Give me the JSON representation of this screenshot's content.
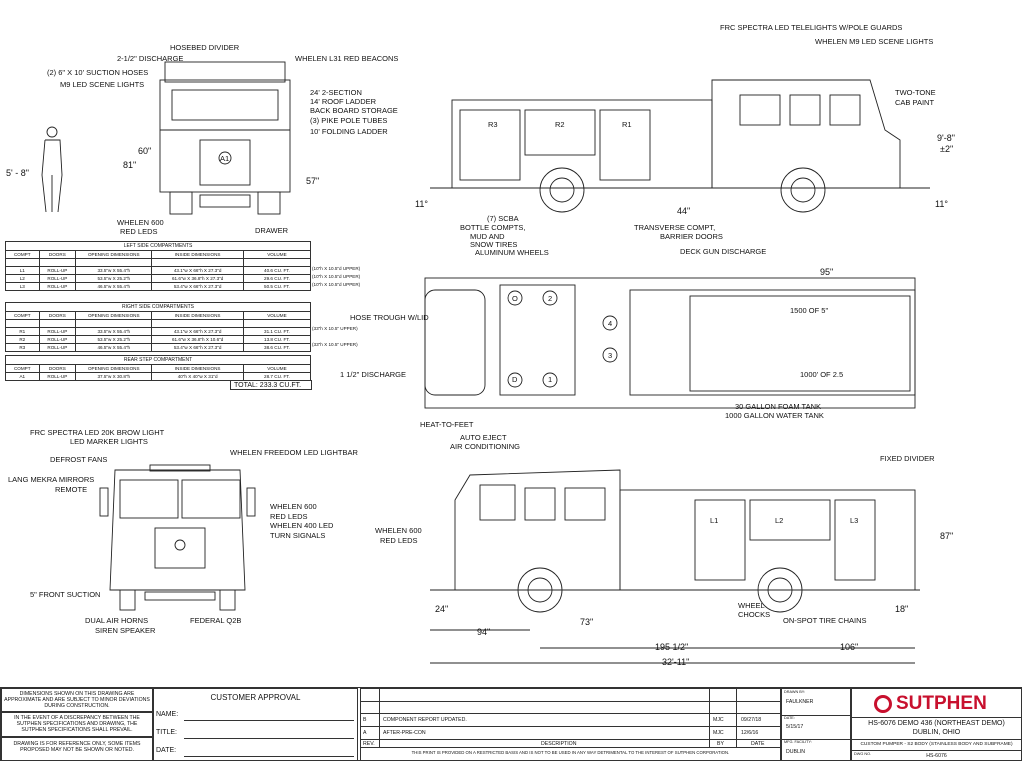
{
  "rear_view": {
    "hosebed_divider": "HOSEBED DIVIDER",
    "discharge_2_5": "2-1/2\" DISCHARGE",
    "suction_hoses": "(2) 6\" X 10' SUCTION HOSES",
    "m9_scene": "M9 LED SCENE LIGHTS",
    "beacons": "WHELEN L31 RED BEACONS",
    "ladder_1": "24' 2-SECTION",
    "ladder_2": "14' ROOF LADDER",
    "backboard": "BACK BOARD STORAGE",
    "pike": "(3) PIKE POLE TUBES",
    "folding": "10' FOLDING LADDER",
    "dim_60": "60\"",
    "dim_81": "81\"",
    "dim_person": "5' - 8\"",
    "dim_57": "57\"",
    "whelen600": "WHELEN 600",
    "redleds": "RED LEDS",
    "drawer": "DRAWER",
    "comp_a1": "A1"
  },
  "right_side": {
    "telelights": "FRC SPECTRA LED TELELIGHTS W/POLE GUARDS",
    "m9": "WHELEN M9 LED SCENE LIGHTS",
    "two_tone": "TWO-TONE",
    "cab_paint": "CAB PAINT",
    "height": "9'-8\"",
    "tol": "±2\"",
    "dim_11a": "11°",
    "dim_11b": "11°",
    "dim_44": "44\"",
    "scba": "(7) SCBA",
    "bottle": "BOTTLE COMPTS,",
    "mud": "MUD AND",
    "snow": "SNOW TIRES",
    "alum": "ALUMINUM WHEELS",
    "transverse": "TRANSVERSE COMPT,",
    "barrier": "BARRIER DOORS",
    "r1": "R1",
    "r2": "R2",
    "r3": "R3"
  },
  "top_view": {
    "deck_gun": "DECK GUN DISCHARGE",
    "dim_95": "95\"",
    "hose_1500": "1500 OF 5\"",
    "hose_1000": "1000' OF 2.5",
    "trough": "HOSE TROUGH W/LID",
    "discharge_15": "1 1/2\" DISCHARGE",
    "heat": "HEAT-TO-FEET",
    "foam": "30 GALLON FOAM TANK",
    "water": "1000 GALLON WATER TANK",
    "seats": [
      "1",
      "2",
      "3",
      "4",
      "D",
      "O"
    ]
  },
  "front_view": {
    "brow": "FRC SPECTRA LED 20K BROW LIGHT",
    "marker": "LED MARKER LIGHTS",
    "defrost": "DEFROST FANS",
    "lightbar": "WHELEN FREEDOM LED LIGHTBAR",
    "mirrors": "LANG MEKRA MIRRORS",
    "remote": "REMOTE",
    "whelen600": "WHELEN 600",
    "redleds": "RED  LEDS",
    "whelen400": "WHELEN 400 LED",
    "turn": "TURN SIGNALS",
    "suction": "5\" FRONT SUCTION",
    "horns": "DUAL AIR HORNS",
    "siren": "SIREN SPEAKER",
    "q2b": "FEDERAL Q2B"
  },
  "left_side": {
    "auto_eject": "AUTO EJECT",
    "ac": "AIR CONDITIONING",
    "fixed_divider": "FIXED DIVIDER",
    "whelen600": "WHELEN 600",
    "redleds": "RED  LEDS",
    "dim_87": "87\"",
    "dim_24": "24\"",
    "dim_18": "18\"",
    "wheel": "WHEEL",
    "chocks": "CHOCKS",
    "chains": "ON-SPOT TIRE CHAINS",
    "dim_73": "73\"",
    "dim_94": "94\"",
    "dim_195": "195 1/2\"",
    "dim_106": "106\"",
    "dim_overall": "32'-11\"",
    "l1": "L1",
    "l2": "L2",
    "l3": "L3"
  },
  "tables": {
    "headers": [
      "COMPT",
      "DOORS",
      "OPENING DIMENSIONS",
      "INSIDE DIMENSIONS",
      "VOLUME"
    ],
    "left": {
      "title": "LEFT SIDE COMPARTMENTS",
      "rows": [
        [
          "L1",
          "ROLL-UP",
          "33.5\"w X 55.4\"h",
          "43.1\"w X 66\"h X 27.3\"d",
          "40.6 CU. FT."
        ],
        [
          "L2",
          "ROLL-UP",
          "53.5\"w X 25.2\"h",
          "61.6\"w X 36.8\"h X 27.3\"d",
          "29.6 CU. FT."
        ],
        [
          "L3",
          "ROLL-UP",
          "46.5\"w X 55.4\"h",
          "53.4\"w X 66\"h X 27.3\"d",
          "50.5 CU. FT."
        ]
      ],
      "notes": [
        "(10\"h X 10.5\"d UPPER)",
        "(10\"h X 10.5\"d UPPER)",
        "(10\"h X 10.5\"d UPPER)"
      ]
    },
    "right": {
      "title": "RIGHT SIDE COMPARTMENTS",
      "rows": [
        [
          "R1",
          "ROLL-UP",
          "33.5\"w X 55.4\"h",
          "43.1\"w X 66\"h X 27.3\"d",
          "31.1 CU. FT."
        ],
        [
          "R2",
          "ROLL-UP",
          "53.5\"w X 25.2\"h",
          "61.6\"w X 36.8\"h X 10.6\"d",
          "13.8 CU. FT."
        ],
        [
          "R3",
          "ROLL-UP",
          "46.5\"w X 55.4\"h",
          "53.4\"w X 66\"h X 27.3\"d",
          "38.6 CU. FT."
        ]
      ],
      "notes": [
        "(33\"h X 10.5\" UPPER)",
        "",
        "(33\"h X 10.5\" UPPER)"
      ]
    },
    "rear": {
      "title": "REAR STEP COMPARTMENT",
      "rows": [
        [
          "A1",
          "ROLL-UP",
          "37.5\"w X 30.8\"h",
          "40\"h X 40\"w X 31\"d",
          "28.7 CU. FT."
        ]
      ]
    },
    "total": "TOTAL:   233.3 CU.FT."
  },
  "title_block": {
    "notes": [
      "DIMENSIONS SHOWN ON THIS DRAWING ARE APPROXIMATE AND ARE SUBJECT TO MINOR DEVIATIONS DURING CONSTRUCTION.",
      "IN THE EVENT OF A DISCREPANCY BETWEEN THE SUTPHEN SPECIFICATIONS AND DRAWING, THE SUTPHEN SPECIFICATIONS SHALL PREVAIL.",
      "DRAWING IS FOR REFERENCE ONLY, SOME ITEMS PROPOSED MAY NOT BE SHOWN OR NOTED."
    ],
    "approval_title": "CUSTOMER APPROVAL",
    "name_label": "NAME:",
    "title_label": "TITLE:",
    "date_label": "DATE:",
    "revisions": [
      {
        "rev": "B",
        "desc": "COMPONENT REPORT UPDATED.",
        "by": "MJC",
        "date": "09/27/18"
      },
      {
        "rev": "A",
        "desc": "AFTER-PRE-CON",
        "by": "MJC",
        "date": "12/6/16"
      }
    ],
    "rev_header": {
      "rev": "REV.",
      "desc": "DESCRIPTION",
      "by": "BY",
      "date": "DATE"
    },
    "disclaimer": "THIS PRINT IS PROVIDED ON A RESTRICTED BASIS AND IS NOT TO BE USED IN ANY WAY DETRIMENTAL TO THE INTEREST OF SUTPHEN CORPORATION.",
    "drawn_by_label": "DRAWN BY:",
    "drawn_by": "FAULKNER",
    "date_label2": "DATE:",
    "date": "5/15/17",
    "facility_label": "MFG. FACILITY:",
    "facility": "DUBLIN",
    "logo": "SUTPHEN",
    "job": "HS-6076 DEMO 436 (NORTHEAST DEMO)",
    "location": "DUBLIN, OHIO",
    "description": "CUSTOM PUMPER - S2 BODY (STAINLESS BODY AND SUBFRAME)",
    "dwg_label": "DWG NO.",
    "dwg_no": "HS-6076"
  },
  "colors": {
    "brand": "#c8102e",
    "line": "#222222"
  }
}
